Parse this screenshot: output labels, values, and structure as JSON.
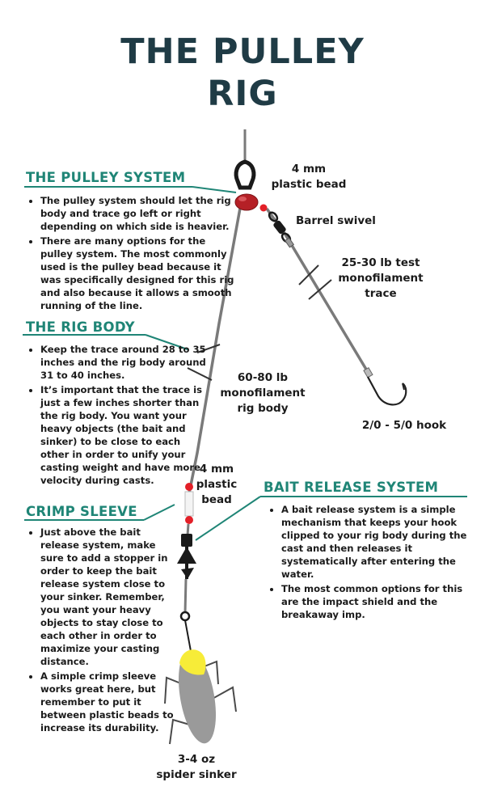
{
  "title": {
    "line1": "THE PULLEY",
    "line2": "RIG"
  },
  "sections": {
    "pulley_system": {
      "heading": "THE PULLEY SYSTEM",
      "bullets": [
        "The pulley system should let the rig body and trace go left or right depending on which side is heavier.",
        "There are many options for the pulley system. The most commonly used is the pulley bead because it was specifically designed for this rig and also because it allows a smooth running of the line."
      ]
    },
    "rig_body": {
      "heading": "THE RIG BODY",
      "bullets": [
        "Keep the trace around 28 to 35 inches and the rig body around 31 to 40 inches.",
        "It’s important that the trace is just a few inches shorter than the rig body. You want your heavy objects (the bait and sinker) to be close to each other in order to unify your casting weight and have more velocity during casts."
      ]
    },
    "crimp_sleeve": {
      "heading": "CRIMP SLEEVE",
      "bullets": [
        "Just above the bait release system, make sure to add a stopper in order to keep the bait release system close to your sinker. Remember, you want your heavy objects to stay close to each other in order to maximize your casting distance.",
        "A simple crimp sleeve works great here, but remember to put it between plastic beads to increase its durability."
      ]
    },
    "bait_release": {
      "heading": "BAIT RELEASE SYSTEM",
      "bullets": [
        "A bait release system is a simple mechanism that keeps your hook clipped to your rig body during the cast and then releases it systematically after entering the water.",
        "The most common options for this are the impact shield and the breakaway imp."
      ]
    }
  },
  "labels": {
    "top_bead": [
      "4 mm",
      "plastic bead"
    ],
    "barrel_swivel": "Barrel swivel",
    "trace": [
      "25-30 lb test",
      "monofilament",
      "trace"
    ],
    "rig_body": [
      "60-80 lb",
      "monofilament",
      "rig body"
    ],
    "hook": "2/0 - 5/0 hook",
    "lower_bead": [
      "4 mm",
      "plastic",
      "bead"
    ],
    "sinker": [
      "3-4 oz",
      "spider sinker"
    ]
  },
  "colors": {
    "title": "#1f3b45",
    "heading": "#1f8576",
    "line": "#7a7a7a",
    "bead_red": "#e32028",
    "pulley_bead": "#b52026",
    "sinker_body": "#9a9a9a",
    "sinker_tip": "#f7ec38"
  }
}
